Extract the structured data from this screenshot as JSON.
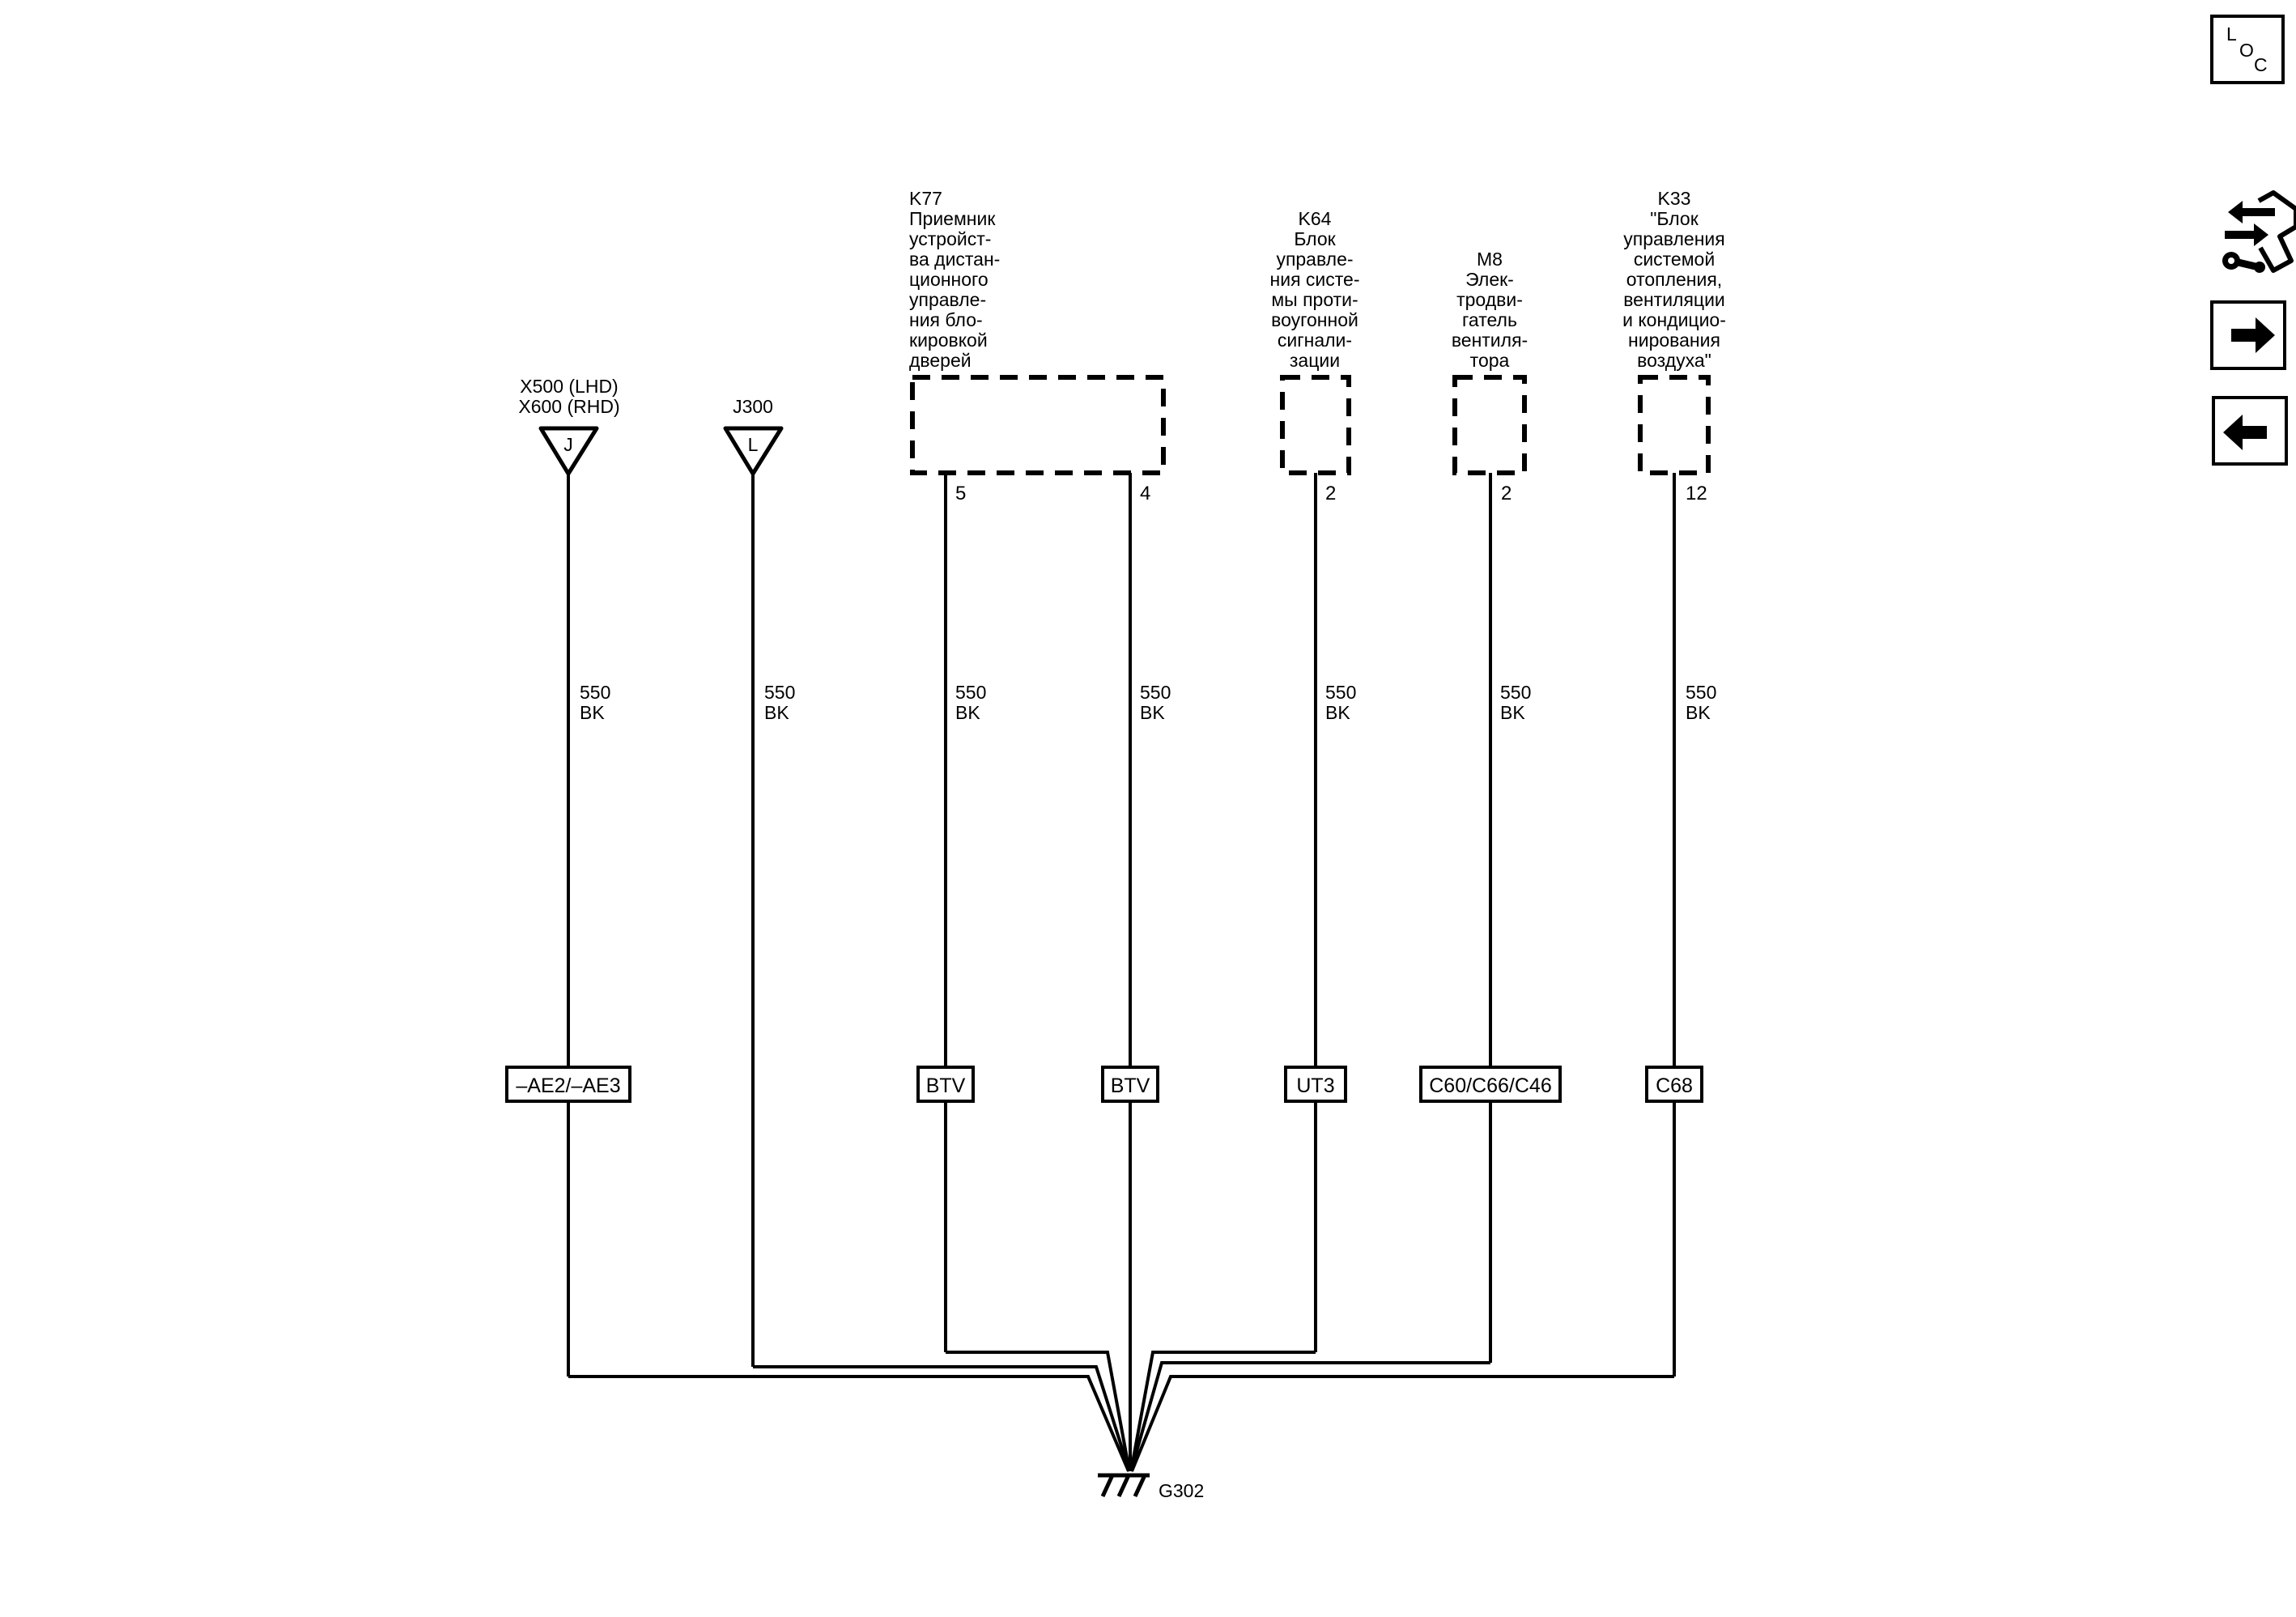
{
  "nav": {
    "loc_letters": [
      "L",
      "O",
      "C"
    ],
    "icons": {
      "loc": "loc-icon",
      "service": "service-wrench-arrows-icon",
      "next": "arrow-right-icon",
      "prev": "arrow-left-icon"
    }
  },
  "components": {
    "x500": {
      "lines": [
        "X500 (LHD)",
        "X600 (RHD)"
      ],
      "connector_letter": "J"
    },
    "j300": {
      "lines": [
        "J300"
      ],
      "connector_letter": "L"
    },
    "k77": {
      "lines": [
        "K77",
        "Приемник",
        "устройст-",
        "ва дистан-",
        "ционного",
        "управле-",
        "ния бло-",
        "кировкой",
        "дверей"
      ]
    },
    "k64": {
      "lines": [
        "K64",
        "Блок",
        "управле-",
        "ния систе-",
        "мы проти-",
        "воугонной",
        "сигнали-",
        "зации"
      ]
    },
    "m8": {
      "lines": [
        "M8",
        "Элек-",
        "тродви-",
        "гатель",
        "вентиля-",
        "тора"
      ]
    },
    "k33": {
      "lines": [
        "K33",
        "\"Блок",
        "управления",
        "системой",
        "отопления,",
        "вентиляции",
        "и кондицио-",
        "нирования",
        "воздуха\""
      ]
    }
  },
  "pins": {
    "k77_a": "5",
    "k77_b": "4",
    "k64": "2",
    "m8": "2",
    "k33": "12"
  },
  "wires": [
    {
      "circuit": "550",
      "color": "BK",
      "option": "–AE2/–AE3"
    },
    {
      "circuit": "550",
      "color": "BK",
      "option": ""
    },
    {
      "circuit": "550",
      "color": "BK",
      "option": "BTV"
    },
    {
      "circuit": "550",
      "color": "BK",
      "option": "BTV"
    },
    {
      "circuit": "550",
      "color": "BK",
      "option": "UT3"
    },
    {
      "circuit": "550",
      "color": "BK",
      "option": "C60/C66/C46"
    },
    {
      "circuit": "550",
      "color": "BK",
      "option": "C68"
    }
  ],
  "ground": {
    "label": "G302"
  }
}
